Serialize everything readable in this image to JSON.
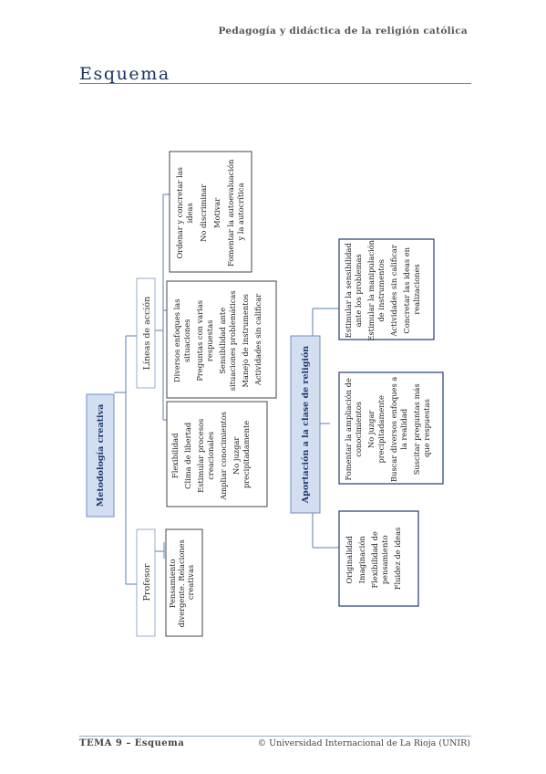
{
  "header": {
    "text": "Pedagogía y didáctica de la religión católica"
  },
  "page": {
    "title": "Esquema"
  },
  "footer": {
    "left": "TEMA 9 – Esquema",
    "right": "© Universidad Internacional de La Rioja (UNIR)"
  },
  "diagram": {
    "left_tree": {
      "root": "Metodología creativa",
      "branches": [
        {
          "label": "Profesor"
        },
        {
          "label": "Líneas de acción"
        }
      ],
      "boxes": {
        "profesor": [
          "Pensamiento",
          "divergente. Relaciones",
          "creativas"
        ],
        "metodo_1": [
          "Flexibilidad",
          "Clima de libertad",
          "Estimular procesos",
          "creacionales",
          "Ampliar conocimientos",
          "No juzgar",
          "precipitadamente"
        ],
        "metodo_2": [
          "Diversos enfoques las",
          "situaciones",
          "Preguntas con varias",
          "respuestas",
          "Sensibilidad ante",
          "situaciones problemáticas",
          "Manejo de instrumentos",
          "Actividades sin calificar"
        ],
        "metodo_3": [
          "Ordenar y concretar las",
          "ideas",
          "No discriminar",
          "Motivar",
          "Fomentar la autoevaluación",
          "y la autocrítica"
        ]
      }
    },
    "right_tree": {
      "root": "Aportación a la clase de religión",
      "boxes": {
        "bottom": [
          "Originalidad",
          "Imaginación",
          "Flexibilidad de",
          "pensamiento",
          "Fluidez de ideas"
        ],
        "middle": [
          "Fomentar la ampliación de",
          "conocimientos",
          "No juzgar",
          "precipitadamente",
          "Buscar diversos enfoques a",
          "la realidad",
          "Suscitar preguntas más",
          "que respuestas"
        ],
        "top": [
          "Estimular la sensibilidad",
          "ante los problemas",
          "Estimular la manipulación",
          "de instrumentos",
          "Actividades sin calificar",
          "Concretar las ideas en",
          "realizaciones"
        ]
      }
    }
  }
}
